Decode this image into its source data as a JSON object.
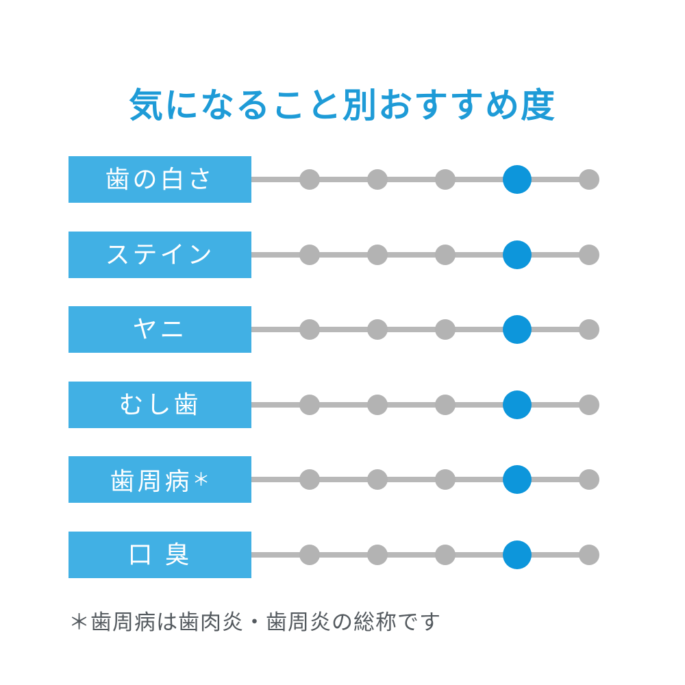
{
  "title": "気になること別おすすめ度",
  "footnote": "＊歯周病は歯肉炎・歯周炎の総称です",
  "colors": {
    "title_blue": "#1e9bd7",
    "label_blue": "#41b0e4",
    "active_dot_blue": "#0d96db",
    "inactive_dot_gray": "#b3b3b3",
    "line_gray": "#b8b8b8",
    "footnote_gray": "#53595e",
    "background": "#ffffff"
  },
  "chart_data": {
    "type": "scatter",
    "title": "気になること別おすすめ度",
    "xlabel": "",
    "ylabel": "",
    "scale_levels": 5,
    "scale_min": 1,
    "scale_max": 5,
    "grid": false,
    "legend": "none",
    "categories": [
      "歯の白さ",
      "ステイン",
      "ヤニ",
      "むし歯",
      "歯周病＊",
      "口臭"
    ],
    "values": [
      4,
      4,
      4,
      4,
      4,
      4
    ],
    "annotations": [
      "＊歯周病は歯肉炎・歯周炎の総称です"
    ]
  },
  "rows": [
    {
      "label": "歯の白さ",
      "label_main": "歯の白さ",
      "label_star": "",
      "value": 4,
      "dots": [
        "inactive",
        "inactive",
        "inactive",
        "active",
        "inactive"
      ]
    },
    {
      "label": "ステイン",
      "label_main": "ステイン",
      "label_star": "",
      "value": 4,
      "dots": [
        "inactive",
        "inactive",
        "inactive",
        "active",
        "inactive"
      ]
    },
    {
      "label": "ヤニ",
      "label_main": "ヤニ",
      "label_star": "",
      "value": 4,
      "dots": [
        "inactive",
        "inactive",
        "inactive",
        "active",
        "inactive"
      ]
    },
    {
      "label": "むし歯",
      "label_main": "むし歯",
      "label_star": "",
      "value": 4,
      "dots": [
        "inactive",
        "inactive",
        "inactive",
        "active",
        "inactive"
      ]
    },
    {
      "label": "歯周病＊",
      "label_main": "歯周病",
      "label_star": "＊",
      "value": 4,
      "dots": [
        "inactive",
        "inactive",
        "inactive",
        "active",
        "inactive"
      ]
    },
    {
      "label": "口臭",
      "label_main": "口 臭",
      "label_star": "",
      "value": 4,
      "dots": [
        "inactive",
        "inactive",
        "inactive",
        "active",
        "inactive"
      ]
    }
  ]
}
